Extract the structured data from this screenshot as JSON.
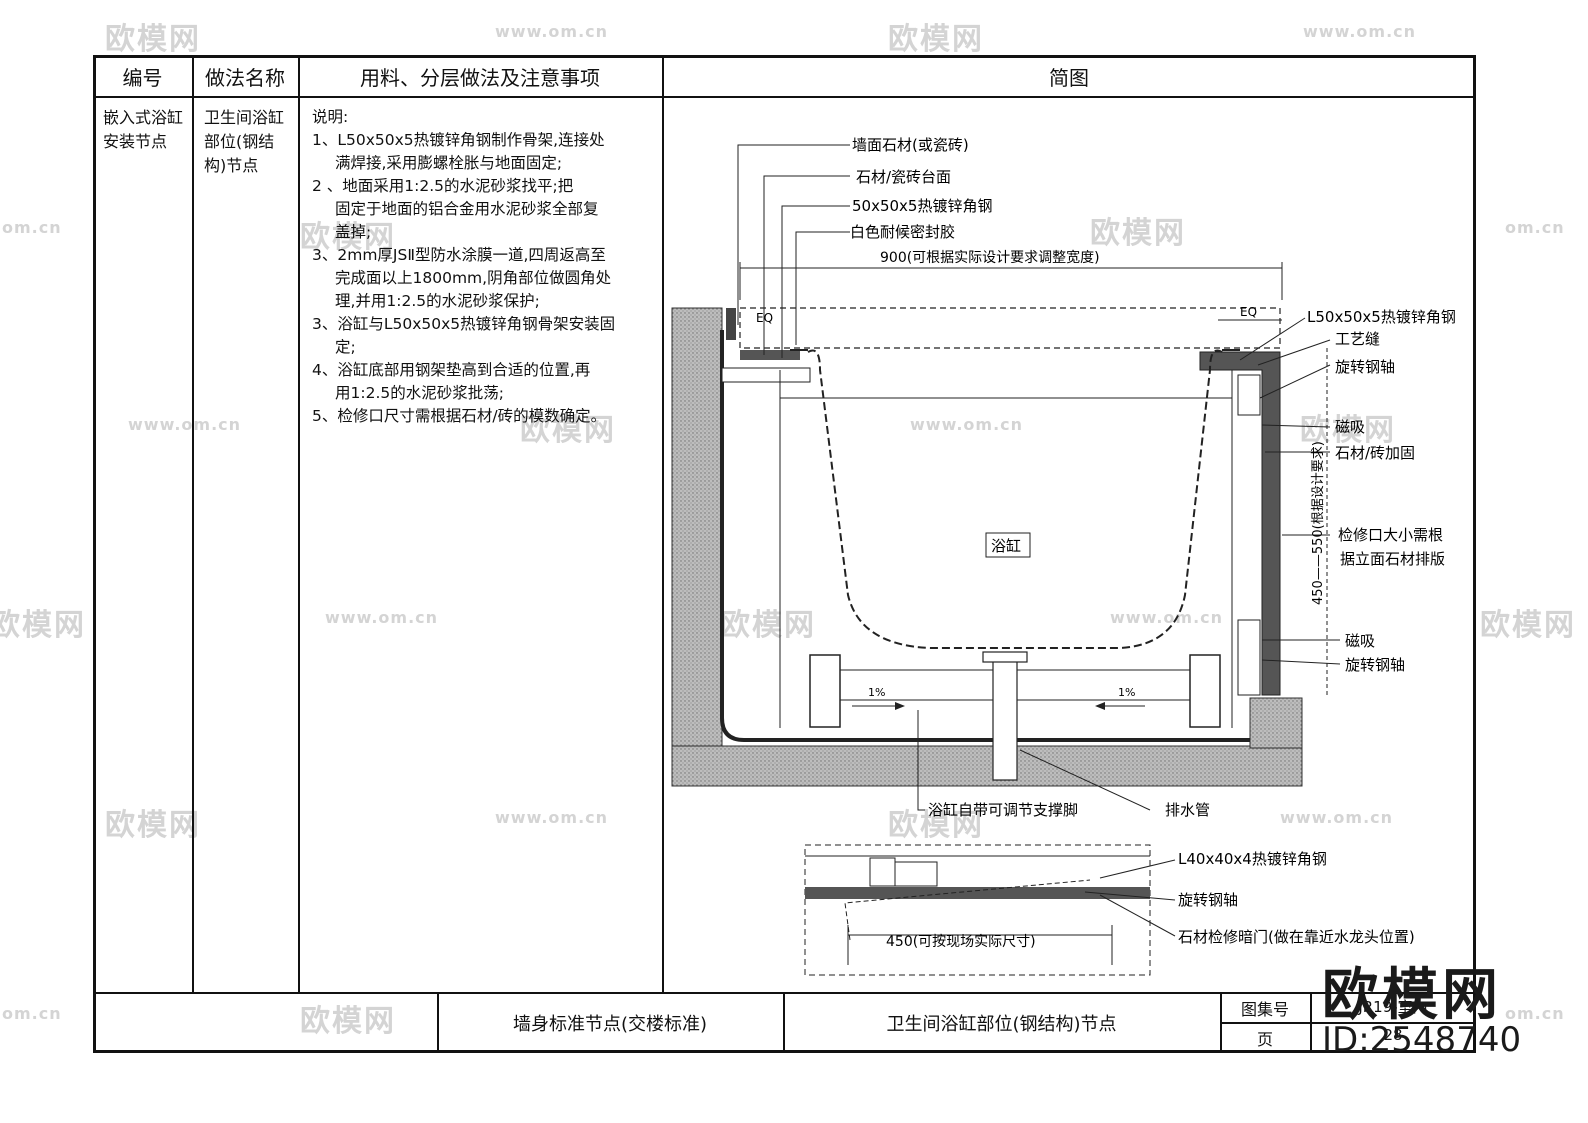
{
  "watermarks": {
    "brand": "欧模网",
    "site": "www.om.cn",
    "site_short": "om.cn"
  },
  "table": {
    "headers": [
      "编号",
      "做法名称",
      "用料、分层做法及注意事项",
      "简图"
    ],
    "row": {
      "code": [
        "嵌入式浴缸",
        "安装节点"
      ],
      "method": [
        "卫生间浴缸",
        "部位(钢结",
        "构)节点"
      ],
      "notes_title": "说明:",
      "notes": [
        [
          "1、L50x50x5热镀锌角钢制作骨架,连接处",
          "满焊接,采用膨螺栓胀与地面固定;"
        ],
        [
          "2 、地面采用1:2.5的水泥砂浆找平;把",
          "固定于地面的铝合金用水泥砂浆全部复",
          "盖掉;"
        ],
        [
          "3、2mm厚JSⅡ型防水涂膜一道,四周返高至",
          "完成面以上1800mm,阴角部位做圆角处",
          "理,并用1:2.5的水泥砂浆保护;"
        ],
        [
          "3、浴缸与L50x50x5热镀锌角钢骨架安装固",
          "定;"
        ],
        [
          "4、浴缸底部用钢架垫高到合适的位置,再",
          "用1:2.5的水泥砂浆批荡;"
        ],
        [
          "5、检修口尺寸需根据石材/砖的模数确定。"
        ]
      ]
    }
  },
  "diagram": {
    "labels": {
      "wall_stone": "墙面石材(或瓷砖)",
      "stone_top": "石材/瓷砖台面",
      "angle_steel_50": "50x50x5热镀锌角钢",
      "sealant": "白色耐候密封胶",
      "width_dim": "900(可根据实际设计要求调整宽度)",
      "eq": "EQ",
      "l50_angle": "L50x50x5热镀锌角钢",
      "craft_gap": "工艺缝",
      "pivot_1": "旋转钢轴",
      "magnet_1": "磁吸",
      "stone_reinforce": "石材/砖加固",
      "access_size": "检修口大小需根",
      "access_size_2": "据立面石材排版",
      "vertical_dim": "450——550(根据设计要求)",
      "tub": "浴缸",
      "magnet_2": "磁吸",
      "pivot_2": "旋转钢轴",
      "slope": "1%",
      "support_foot": "浴缸自带可调节支撑脚",
      "drain": "排水管",
      "l40_angle": "L40x40x4热镀锌角钢",
      "pivot_3": "旋转钢轴",
      "hidden_door": "石材检修暗门(做在靠近水龙头位置)",
      "plan_dim": "450(可按现场实际尺寸)"
    }
  },
  "footer": {
    "left_title": "墙身标准节点(交楼标准)",
    "right_title": "卫生间浴缸部位(钢结构)节点",
    "atlas_label": "图集号",
    "atlas_value": "JR19-室内",
    "page_label": "页",
    "page_value": "28"
  },
  "brand_logo": {
    "name": "欧模网",
    "id": "ID:2548740"
  }
}
